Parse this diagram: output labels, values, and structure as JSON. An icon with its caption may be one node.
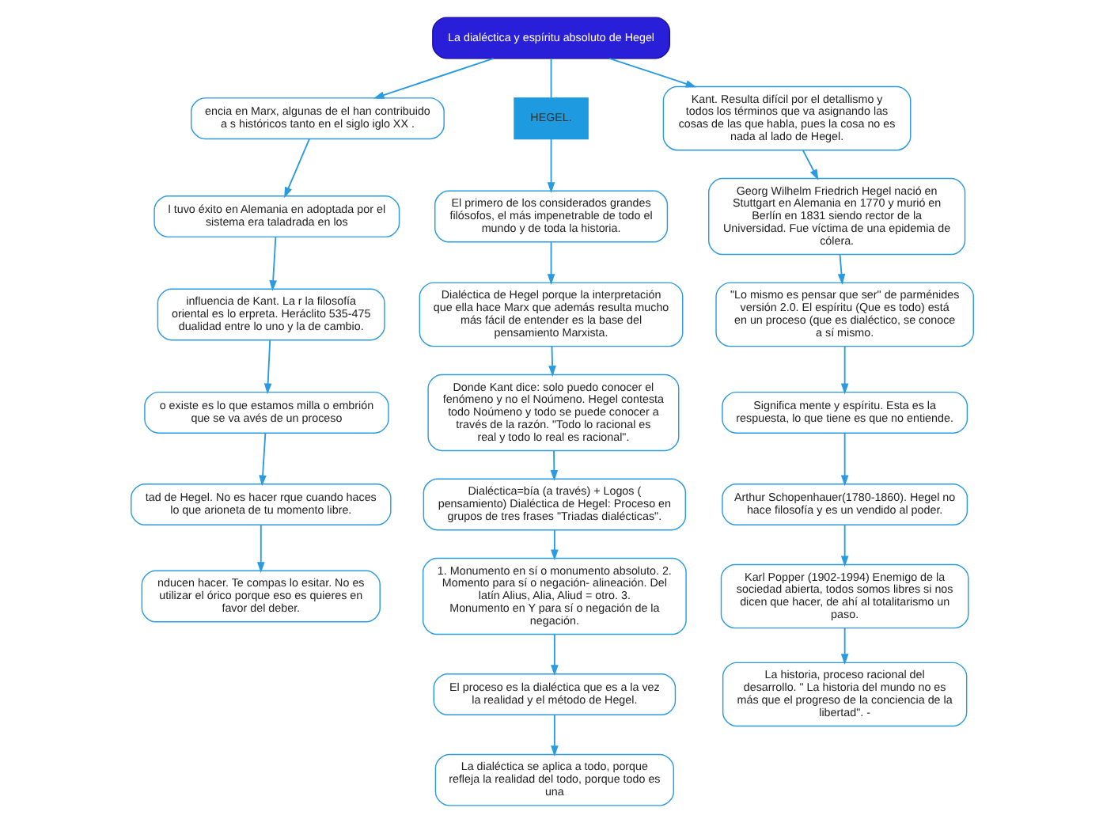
{
  "diagram": {
    "nodes": [
      {
        "text": [
          "La dialéctica y espíritu absoluto de Hegel"
        ]
      },
      {
        "text": [
          "encia en Marx, algunas de el han contribuido a s históricos tanto en el siglo iglo XX ."
        ]
      },
      {
        "text": [
          "l tuvo éxito en Alemania en adoptada por el sistema era taladrada en los"
        ]
      },
      {
        "text": [
          "influencia de Kant. La r la filosofía oriental es lo erpreta. Heráclito 535-475 dualidad entre lo uno y la de cambio."
        ]
      },
      {
        "text": [
          "o existe es lo que estamos milla o embrión que se va avés de un proceso"
        ]
      },
      {
        "text": [
          "tad de Hegel. No es hacer rque cuando haces lo que arioneta de tu momento libre."
        ]
      },
      {
        "text": [
          "nducen hacer. Te compas lo esitar. No es utilizar el órico porque eso es quieres en favor del deber."
        ]
      },
      {
        "text": [
          "HEGEL."
        ]
      },
      {
        "text": [
          "El primero de los considerados grandes filósofos, el más impenetrable de todo el mundo y de toda la historia."
        ]
      },
      {
        "text": [
          "Dialéctica de Hegel porque la interpretación que ella hace Marx que además resulta mucho más fácil de entender es la base del pensamiento Marxista."
        ]
      },
      {
        "text": [
          "Donde Kant dice: solo puedo conocer el fenómeno y no el Noúmeno. Hegel contesta todo Noúmeno y todo se puede conocer a través de la razón. \"Todo lo racional es real y todo lo real es racional\"."
        ]
      },
      {
        "text": [
          "Dialéctica=bía (a través) + Logos ( pensamiento) Dialéctica de Hegel: Proceso en grupos de tres frases \"Triadas dialécticas\"."
        ]
      },
      {
        "text": [
          "1. Monumento en sí o monumento absoluto. 2. Momento para sí o negación- alineación. Del latín Alius, Alia, Aliud = otro. 3. Monumento en Y para sí o negación de la negación."
        ]
      },
      {
        "text": [
          "El proceso es la dialéctica que es a la vez la realidad y el método de Hegel."
        ]
      },
      {
        "text": [
          "La dialéctica se aplica a todo, porque refleja la realidad del todo, porque todo es una"
        ]
      },
      {
        "text": [
          "Kant. Resulta difícil por el detallismo y todos los términos que va asignando las cosas de las que habla, pues la cosa no es nada al lado de Hegel."
        ]
      },
      {
        "text": [
          "Georg Wilhelm Friedrich Hegel nació en Stuttgart en Alemania en 1770 y murió en Berlín en 1831 siendo rector de la Universidad. Fue víctima de una epidemia de cólera."
        ]
      },
      {
        "text": [
          "\"Lo mismo es pensar que ser\" de parménides versión 2.0. El espíritu (Que es todo) está en un proceso (que es dialéctico, se conoce a sí mismo."
        ]
      },
      {
        "text": [
          "Significa mente y espíritu. Esta es la respuesta, lo que tiene es que no entiende."
        ]
      },
      {
        "text": [
          "Arthur Schopenhauer(1780-1860). Hegel no hace filosofía y es un vendido al poder."
        ]
      },
      {
        "text": [
          "Karl Popper (1902-1994) Enemigo de la sociedad abierta, todos somos libres si nos dicen que hacer, de ahí al totalitarismo un paso."
        ]
      },
      {
        "text": [
          "La historia, proceso racional del desarrollo. \" La historia del mundo no es más que el progreso de la conciencia de la libertad\". -"
        ]
      }
    ],
    "edges": [
      {
        "from": 0,
        "to": 1,
        "arrow": "to"
      },
      {
        "from": 1,
        "to": 2,
        "arrow": "to"
      },
      {
        "from": 2,
        "to": 3,
        "arrow": "to"
      },
      {
        "from": 3,
        "to": 4,
        "arrow": "to"
      },
      {
        "from": 4,
        "to": 5,
        "arrow": "to"
      },
      {
        "from": 5,
        "to": 6,
        "arrow": "to"
      },
      {
        "from": 0,
        "to": 7,
        "arrow": "none"
      },
      {
        "from": 7,
        "to": 8,
        "arrow": "to"
      },
      {
        "from": 8,
        "to": 9,
        "arrow": "to"
      },
      {
        "from": 9,
        "to": 10,
        "arrow": "to"
      },
      {
        "from": 10,
        "to": 11,
        "arrow": "to"
      },
      {
        "from": 11,
        "to": 12,
        "arrow": "to"
      },
      {
        "from": 12,
        "to": 13,
        "arrow": "to"
      },
      {
        "from": 13,
        "to": 14,
        "arrow": "to"
      },
      {
        "from": 0,
        "to": 15,
        "arrow": "to"
      },
      {
        "from": 15,
        "to": 16,
        "arrow": "to"
      },
      {
        "from": 16,
        "to": 17,
        "arrow": "to"
      },
      {
        "from": 17,
        "to": 18,
        "arrow": "to"
      },
      {
        "from": 18,
        "to": 19,
        "arrow": "to"
      },
      {
        "from": 19,
        "to": 20,
        "arrow": "to"
      },
      {
        "from": 20,
        "to": 21,
        "arrow": "to"
      }
    ]
  }
}
